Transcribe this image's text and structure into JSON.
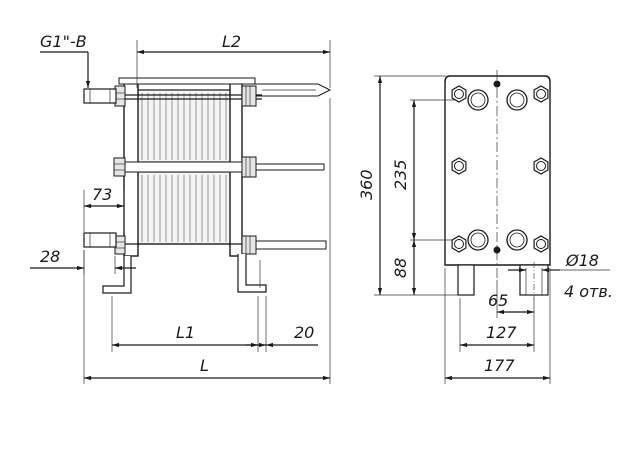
{
  "labels": {
    "connection": "G1\"-B",
    "L2": "L2",
    "d73": "73",
    "d28": "28",
    "L1": "L1",
    "d20": "20",
    "L": "L",
    "d360": "360",
    "d235": "235",
    "d88": "88",
    "d18": "Ø18",
    "holes": "4 отв.",
    "d65": "65",
    "d127": "127",
    "d177": "177"
  }
}
